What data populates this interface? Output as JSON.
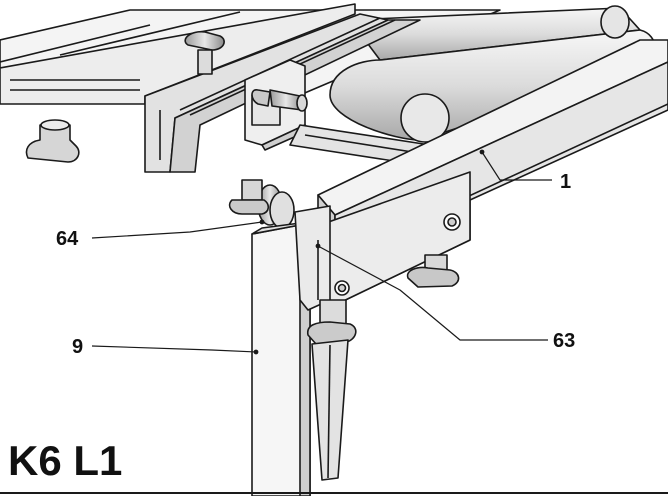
{
  "title": "K6 L1",
  "callouts": [
    {
      "id": "1",
      "label": "1"
    },
    {
      "id": "64",
      "label": "64"
    },
    {
      "id": "9",
      "label": "9"
    },
    {
      "id": "63",
      "label": "63"
    }
  ],
  "colors": {
    "line": "#1a1a1a",
    "fill_light": "#f2f2f2",
    "fill_mid": "#d9d9d9",
    "fill_dark": "#bdbdbd",
    "text": "#111111"
  }
}
